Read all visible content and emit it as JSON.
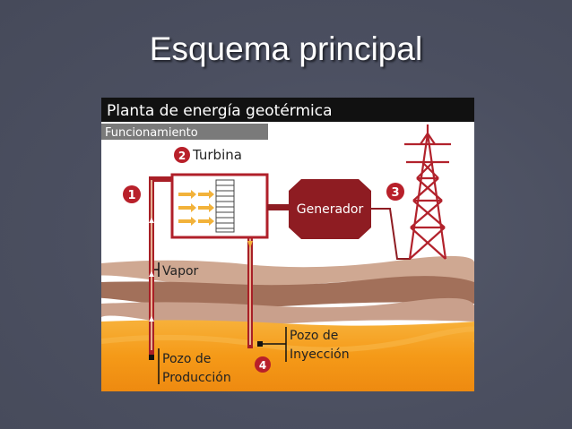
{
  "slide": {
    "title": "Esquema principal"
  },
  "diagram": {
    "header_title": "Planta de energía geotérmica",
    "subheader": "Funcionamiento",
    "labels": {
      "turbine": "Turbina",
      "generator": "Generador",
      "steam": "Vapor",
      "production_well_line1": "Pozo de",
      "production_well_line2": "Producción",
      "injection_well_line1": "Pozo de",
      "injection_well_line2": "Inyección"
    },
    "steps": [
      "1",
      "2",
      "3",
      "4"
    ],
    "colors": {
      "header_bg": "#111111",
      "subheader_bg": "#7a7a7a",
      "badge": "#b8202a",
      "generator": "#8e1c22",
      "pipe": "#a81f26",
      "tower": "#b2222c",
      "soil_light": "#cfa892",
      "soil_dark": "#a2705a",
      "magma": "#f59a18"
    },
    "icons": [
      "power-tower-icon",
      "turbine-blades-icon",
      "flow-arrow-icon"
    ]
  }
}
